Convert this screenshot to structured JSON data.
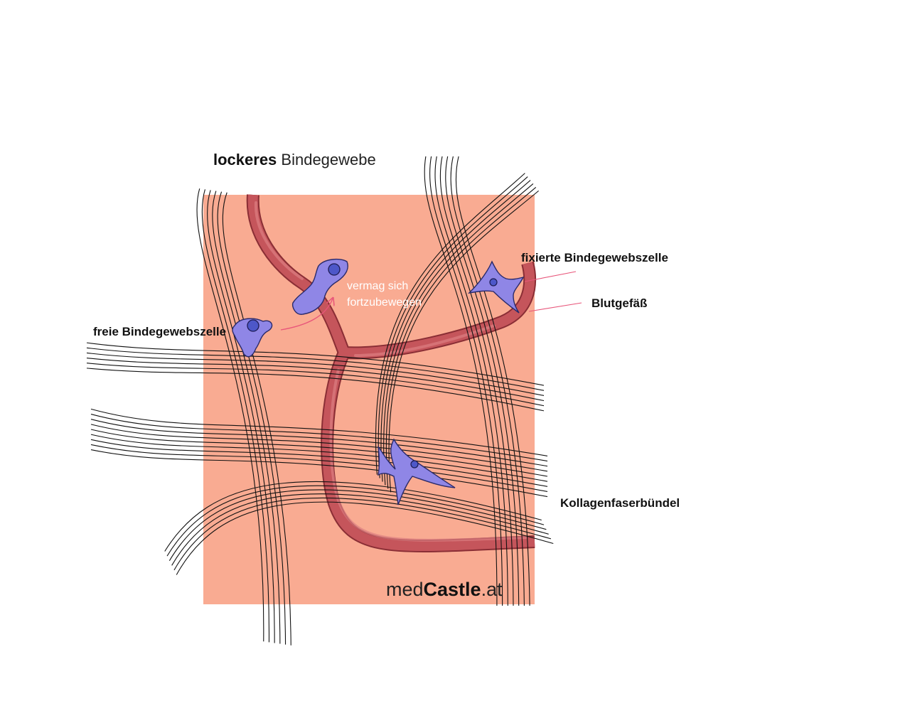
{
  "title": {
    "bold": "lockeres",
    "rest": " Bindegewebe"
  },
  "labels": {
    "free_cell": "freie Bindegewebszelle",
    "fixed_cell": "fixierte Bindegewebszelle",
    "vessel": "Blutgefäß",
    "collagen": "Kollagenfaserbündel"
  },
  "note": {
    "line1": "vermag sich",
    "line2": "fortzubewegen"
  },
  "brand": {
    "prefix": "med",
    "bold": "Castle",
    "suffix": ".at"
  },
  "colors": {
    "tissue_background": "#f9ab92",
    "vessel_fill": "#c5555b",
    "vessel_outline": "#8a2e35",
    "cell_fill": "#8f86e6",
    "cell_outline": "#2a2a6a",
    "nucleus_fill": "#4d57c9",
    "fiber_stroke": "#111111",
    "leader_line": "#e8557a",
    "note_arrow": "#e8557a"
  }
}
